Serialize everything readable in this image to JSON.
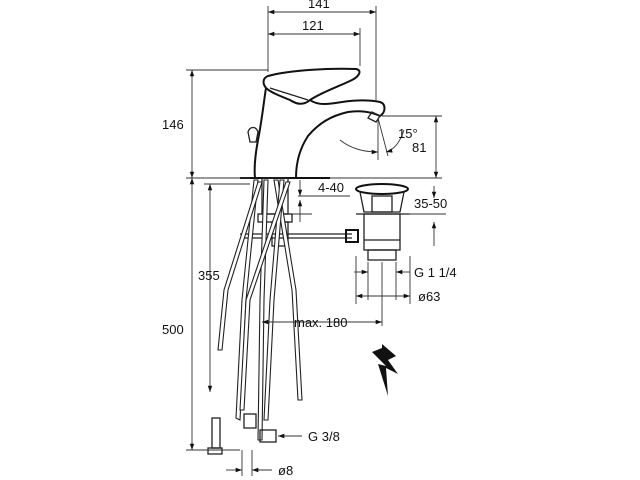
{
  "dimensions": {
    "width_141": "141",
    "width_121": "121",
    "height_146": "146",
    "angle_15": "15°",
    "height_81": "81",
    "range_4_40": "4-40",
    "range_35_50": "35-50",
    "height_355": "355",
    "thread_g114": "G 1 1/4",
    "diameter_63": "ø63",
    "height_500": "500",
    "max_180": "max. 180",
    "thread_g38": "G 3/8",
    "diameter_8": "ø8"
  },
  "icons": {
    "warning": "lightning-bolt-icon"
  }
}
